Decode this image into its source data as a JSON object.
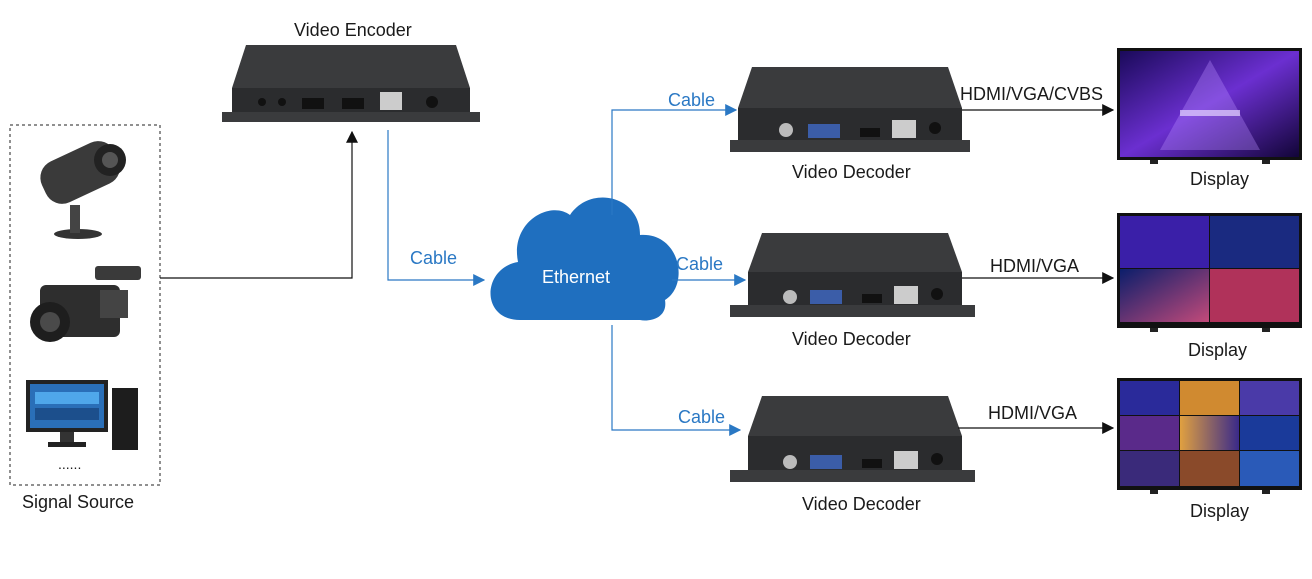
{
  "signal_source": {
    "title": "Signal Source",
    "ellipsis": "......",
    "icons": [
      "security-camera-icon",
      "camcorder-icon",
      "desktop-computer-icon"
    ]
  },
  "encoder": {
    "title": "Video Encoder"
  },
  "network": {
    "cloud_label": "Ethernet",
    "cable_labels": [
      "Cable",
      "Cable",
      "Cable",
      "Cable"
    ]
  },
  "decoders": [
    {
      "title": "Video Decoder",
      "output_label": "HDMI/VGA/CVBS",
      "display_label": "Display"
    },
    {
      "title": "Video Decoder",
      "output_label": "HDMI/VGA",
      "display_label": "Display"
    },
    {
      "title": "Video Decoder",
      "output_label": "HDMI/VGA",
      "display_label": "Display"
    }
  ],
  "colors": {
    "cable_blue": "#2a78c4",
    "cloud_blue": "#1f6fbf",
    "device_dark": "#2b2c2e",
    "arrow_black": "#111111"
  }
}
